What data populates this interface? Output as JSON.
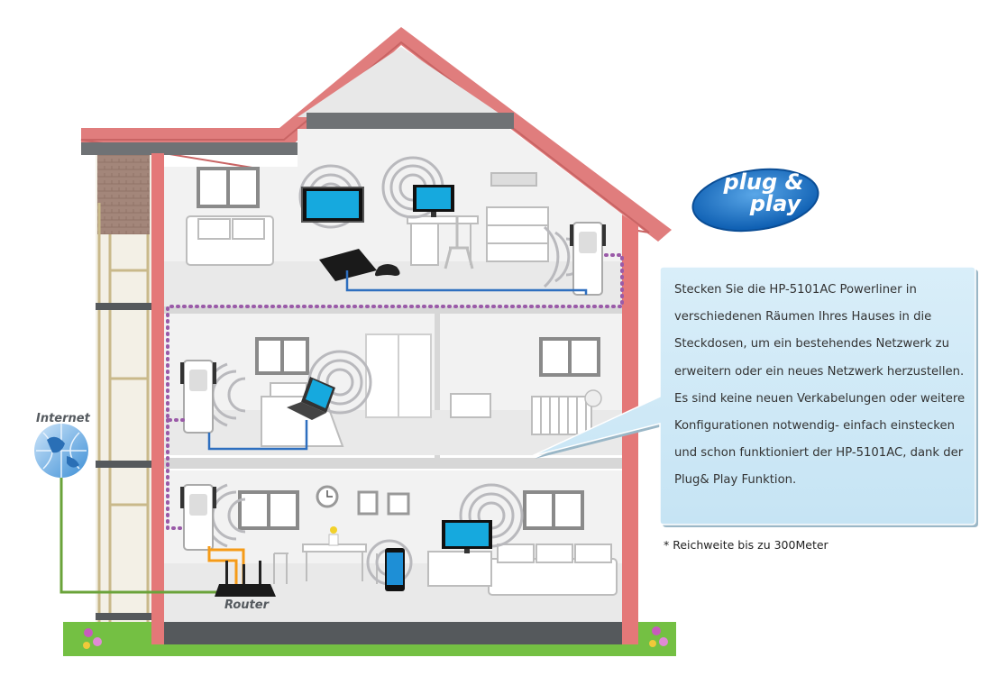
{
  "labels": {
    "internet": "Internet",
    "router": "Router"
  },
  "logo": {
    "line1": "plug &",
    "line2": "play"
  },
  "callout": {
    "text": "Stecken Sie die HP-5101AC Powerliner in verschiedenen Räumen Ihres Hauses in die Steckdosen, um ein bestehendes Netzwerk zu erweitern oder ein neues Netzwerk herzustellen. Es sind keine neuen Verkabelungen oder weitere Konfigurationen notwendig- einfach einstecken und schon funktioniert der HP-5101AC, dank der Plug& Play Funktion."
  },
  "footnote": "* Reichweite bis zu 300Meter",
  "icons": [
    "globe-icon",
    "router-icon",
    "powerline-adapter-icon",
    "wifi-wave-icon",
    "tv-icon",
    "game-console-icon",
    "laptop-icon",
    "smartphone-icon",
    "crib-icon",
    "teddy-bear-icon",
    "sofa-icon",
    "desk-icon",
    "window-icon",
    "clock-icon",
    "flower-vase-icon"
  ],
  "colors": {
    "roof": "#e07d7d",
    "wall": "#e47878",
    "ethernet_blue": "#2e6fbf",
    "ethernet_orange": "#f59b18",
    "ethernet_green": "#6aa33a",
    "powerline_purple": "#9a5aa8",
    "grass": "#74c043",
    "callout_bg": "#cfe9f6"
  }
}
